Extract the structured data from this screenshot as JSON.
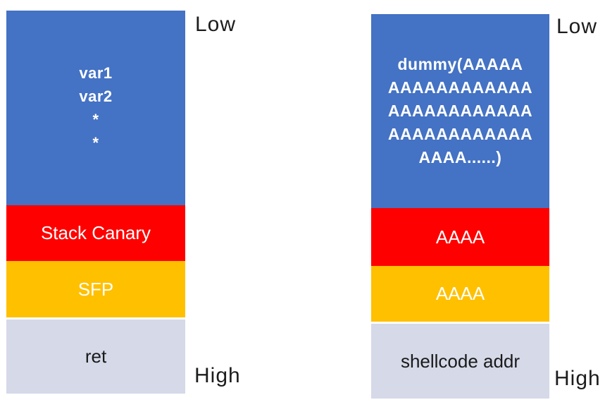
{
  "page": {
    "background": "#FFFFFF"
  },
  "colors": {
    "buffer_fill": "#4472C4",
    "canary_fill": "#FF0000",
    "sfp_fill": "#FFC000",
    "ret_fill": "#D5D9E8",
    "light_text": "#FFFFFF",
    "dark_text": "#1A1A1A"
  },
  "diagrams": [
    {
      "name": "normal-stack",
      "low_label": "Low",
      "high_label": "High",
      "buffer": {
        "lines": [
          "var1",
          "var2",
          "*",
          "*"
        ]
      },
      "canary": {
        "label": "Stack Canary"
      },
      "sfp": {
        "label": "SFP"
      },
      "ret": {
        "label": "ret"
      }
    },
    {
      "name": "overflowed-stack",
      "low_label": "Low",
      "high_label": "High",
      "buffer": {
        "lines": [
          "dummy(AAAAA",
          "AAAAAAAAAAAA",
          "AAAAAAAAAAAA",
          "AAAAAAAAAAAA",
          "AAAA......)"
        ]
      },
      "canary": {
        "label": "AAAA"
      },
      "sfp": {
        "label": "AAAA"
      },
      "ret": {
        "label": "shellcode addr"
      }
    }
  ]
}
